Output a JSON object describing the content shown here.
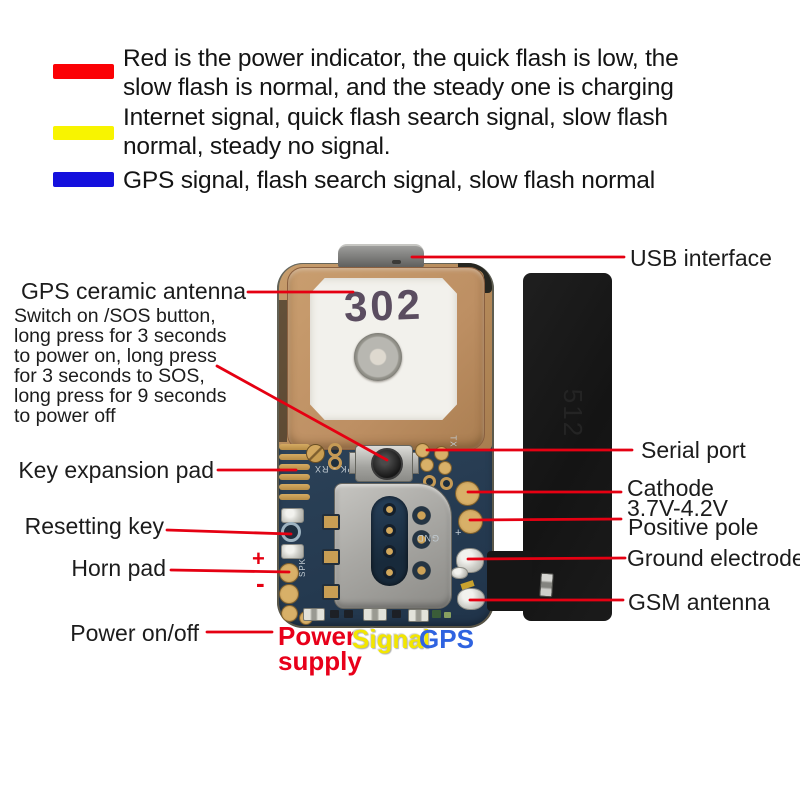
{
  "legend": {
    "items": [
      {
        "name": "power-indicator",
        "swatch_color": "#fb0105",
        "line1": "Red is the power indicator, the quick flash is low, the",
        "line2": "slow flash is normal, and the steady one is charging"
      },
      {
        "name": "internet-signal",
        "swatch_color": "#f8f400",
        "line1": "Internet signal, quick flash search signal, slow flash",
        "line2": "normal, steady no signal."
      },
      {
        "name": "gps-signal",
        "swatch_color": "#1410dd",
        "line1": "GPS signal, flash search signal, slow flash normal",
        "line2": ""
      }
    ]
  },
  "callouts": {
    "usb": "USB interface",
    "gps_antenna": "GPS ceramic antenna",
    "switch_lines": [
      "Switch on /SOS button,",
      "long press for 3 seconds",
      "to power on, long press",
      "for 3 seconds to SOS,",
      "long press for 9 seconds",
      "to power off"
    ],
    "key_expansion": "Key expansion pad",
    "resetting": "Resetting key",
    "horn": "Horn pad",
    "horn_plus": "+",
    "horn_minus": "-",
    "power_onoff": "Power on/off",
    "serial": "Serial port",
    "cathode": "Cathode",
    "cathode_voltage": "3.7V-4.2V",
    "positive": "Positive pole",
    "ground": "Ground electrode",
    "gsm": "GSM antenna"
  },
  "board": {
    "antenna_print": "302",
    "silk_pk_rx": "PK - RX",
    "silk_tx": "TX",
    "silk_spk": "SPK",
    "silk_gnd": "GND",
    "silk_plus": "+",
    "flex_print": "512"
  },
  "status_labels": {
    "power_line1": "Power",
    "power_line2": "supply",
    "signal": "Signal",
    "gps": "GPS",
    "power_color": "#e8randomness",
    "power_color_hex": "#e8001a",
    "signal_color_hex": "#f2e600",
    "gps_color_hex": "#2f63e0"
  },
  "annotation_color": "#e50012"
}
